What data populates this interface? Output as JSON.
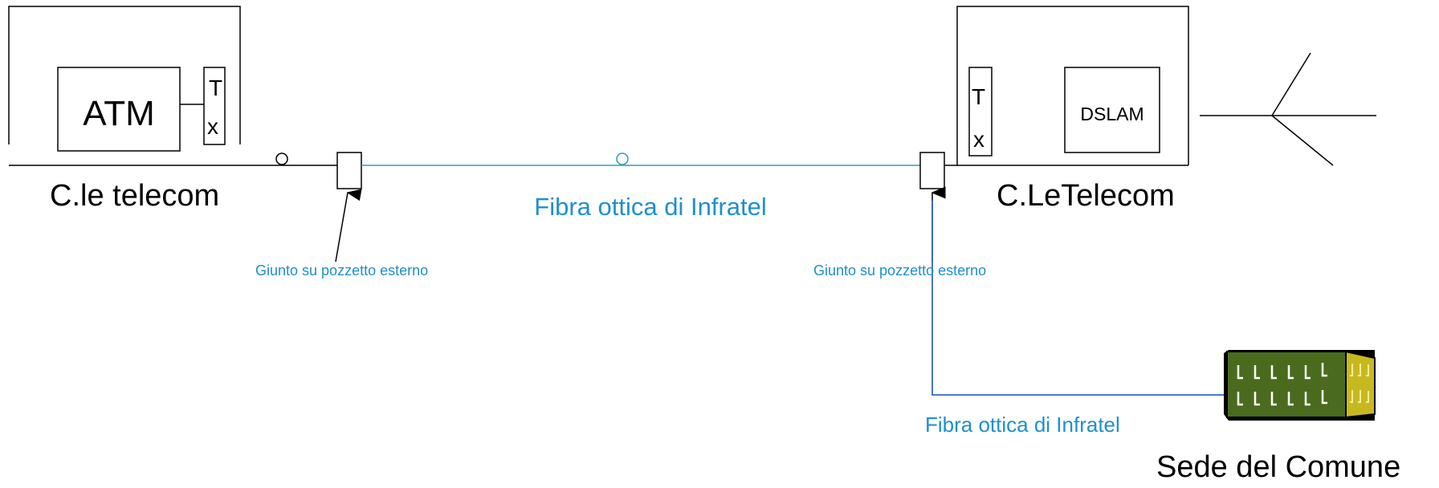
{
  "left_office": {
    "equipment_label": "ATM",
    "tx_letter_1": "T",
    "tx_letter_2": "x",
    "caption": "C.le  telecom"
  },
  "right_office": {
    "equipment_label": "DSLAM",
    "tx_letter_1": "T",
    "tx_letter_2": "x",
    "caption": "C.LeTelecom"
  },
  "fiber_main_label": "Fibra ottica di Infratel",
  "fiber_branch_label": "Fibra ottica di Infratel",
  "splice_left_label": "Giunto su pozzetto esterno",
  "splice_right_label": "Giunto su pozzetto esterno",
  "municipality_label": "Sede del Comune",
  "colors": {
    "line": "#000000",
    "fiber_main": "#3399cc",
    "fiber_branch": "#3366cc",
    "label_blue": "#1f8fcf",
    "building_green": "#4a6b1e",
    "building_yellow": "#c8b820"
  }
}
